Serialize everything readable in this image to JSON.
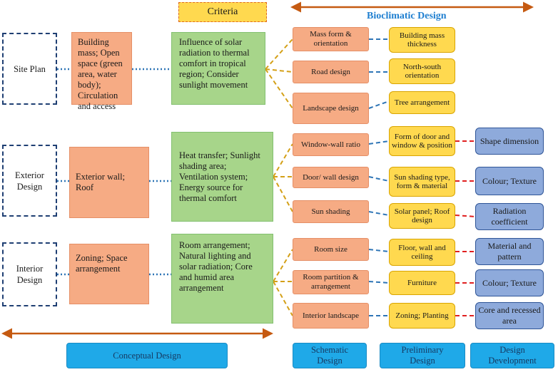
{
  "header": {
    "criteria_label": "Criteria",
    "bioclimatic_label": "Bioclimatic Design"
  },
  "levels": [
    {
      "label": "Site Plan"
    },
    {
      "label": "Exterior Design"
    },
    {
      "label": "Interior Design"
    }
  ],
  "concepts": [
    {
      "text": "Building mass; Open space (green area, water body); Circulation and access"
    },
    {
      "text": "Exterior wall; Roof"
    },
    {
      "text": "Zoning; Space arrangement"
    }
  ],
  "criteria": [
    {
      "text": "Influence of solar radiation to thermal comfort in tropical region; Consider sunlight movement"
    },
    {
      "text": "Heat transfer; Sunlight shading area; Ventilation system; Energy source for thermal comfort"
    },
    {
      "text": "Room arrangement; Natural lighting and solar radiation; Core and humid area arrangement"
    }
  ],
  "schematic": [
    {
      "text": "Mass form & orientation"
    },
    {
      "text": "Road design"
    },
    {
      "text": "Landscape design"
    },
    {
      "text": "Window-wall ratio"
    },
    {
      "text": "Door/ wall design"
    },
    {
      "text": "Sun shading"
    },
    {
      "text": "Room size"
    },
    {
      "text": "Room partition & arrangement"
    },
    {
      "text": "Interior landscape"
    }
  ],
  "preliminary": [
    {
      "text": "Building mass thickness"
    },
    {
      "text": "North-south orientation"
    },
    {
      "text": "Tree arrangement"
    },
    {
      "text": "Form of door and window & position"
    },
    {
      "text": "Sun shading type, form & material"
    },
    {
      "text": "Solar panel; Roof design"
    },
    {
      "text": "Floor, wall and ceiling"
    },
    {
      "text": "Furniture"
    },
    {
      "text": "Zoning; Planting"
    }
  ],
  "development": [
    {
      "text": "Shape dimension"
    },
    {
      "text": "Colour; Texture"
    },
    {
      "text": "Radiation coefficient"
    },
    {
      "text": "Material and pattern"
    },
    {
      "text": "Colour; Texture"
    },
    {
      "text": "Core and recessed area"
    }
  ],
  "phases": [
    {
      "label": "Conceptual Design"
    },
    {
      "label": "Schematic Design"
    },
    {
      "label": "Preliminary Design"
    },
    {
      "label": "Design Development"
    }
  ],
  "colors": {
    "level_border": "#1f3f73",
    "concept_fill": "#f6ab84",
    "criteria_fill": "#a7d58a",
    "preliminary_fill": "#ffd94f",
    "development_fill": "#8eaadb",
    "phase_fill": "#1fa9e8",
    "arrow": "#c55a11",
    "dotted_connector": "#2e75b6",
    "schematic_connector": "#d4a017",
    "preliminary_connector": "#2e75b6",
    "development_connector": "#e02020"
  }
}
